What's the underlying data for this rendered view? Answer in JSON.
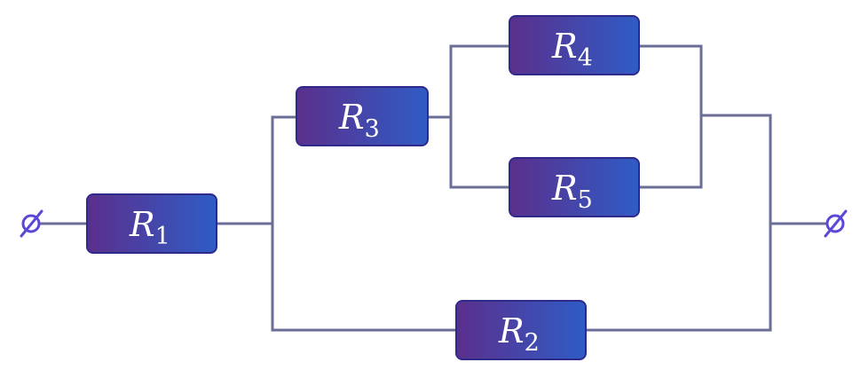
{
  "diagram": {
    "type": "circuit",
    "colors": {
      "wire": "#6b6e96",
      "terminal": "#5a49d6",
      "resistor_fill_start": "#5b2f8c",
      "resistor_fill_end": "#2f5cc6",
      "resistor_text": "#ffffff"
    },
    "terminals": [
      {
        "id": "input",
        "icon": "terminal-icon"
      },
      {
        "id": "output",
        "icon": "terminal-icon"
      }
    ],
    "resistors": [
      {
        "id": "r1",
        "symbol": "R",
        "sub": "1"
      },
      {
        "id": "r2",
        "symbol": "R",
        "sub": "2"
      },
      {
        "id": "r3",
        "symbol": "R",
        "sub": "3"
      },
      {
        "id": "r4",
        "symbol": "R",
        "sub": "4"
      },
      {
        "id": "r5",
        "symbol": "R",
        "sub": "5"
      }
    ]
  }
}
